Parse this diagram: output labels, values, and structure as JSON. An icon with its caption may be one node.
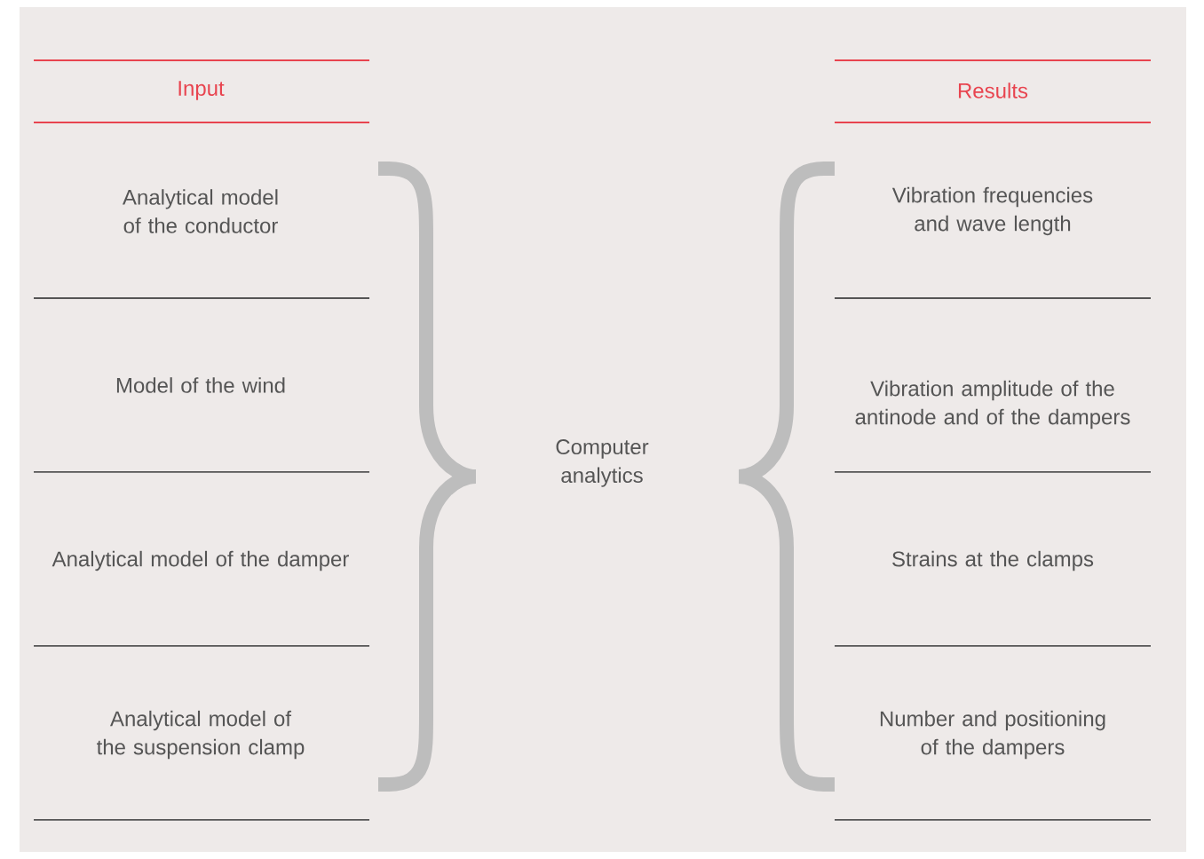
{
  "diagram": {
    "nodes": [
      {
        "text": [
          "Input"
        ]
      },
      {
        "text": [
          "Analytical model of the conductor"
        ]
      },
      {
        "text": [
          "Model of the wind"
        ]
      },
      {
        "text": [
          "Analytical model of the damper"
        ]
      },
      {
        "text": [
          "Analytical model of the suspension clamp"
        ]
      },
      {
        "text": [
          "Computer analytics"
        ]
      },
      {
        "text": [
          "Results"
        ]
      },
      {
        "text": [
          "Vibration frequencies and wave length"
        ]
      },
      {
        "text": [
          "Vibration amplitude of the antinode and of the dampers"
        ]
      },
      {
        "text": [
          "Strains at the clamps"
        ]
      },
      {
        "text": [
          "Number and positioning of the dampers"
        ]
      }
    ]
  }
}
